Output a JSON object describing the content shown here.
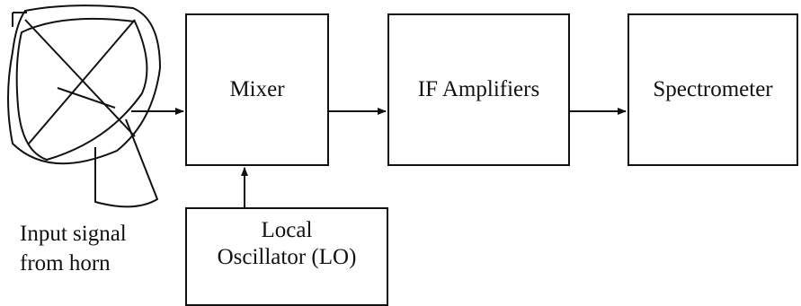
{
  "diagram": {
    "antenna": {
      "icon": "satellite-dish-icon",
      "caption_line1": "Input signal",
      "caption_line2": "from horn"
    },
    "blocks": {
      "mixer": "Mixer",
      "if_amplifiers": "IF Amplifiers",
      "spectrometer": "Spectrometer",
      "local_oscillator_line1": "Local",
      "local_oscillator_line2": "Oscillator (LO)"
    },
    "colors": {
      "stroke": "#111111",
      "background": "#ffffff"
    }
  }
}
